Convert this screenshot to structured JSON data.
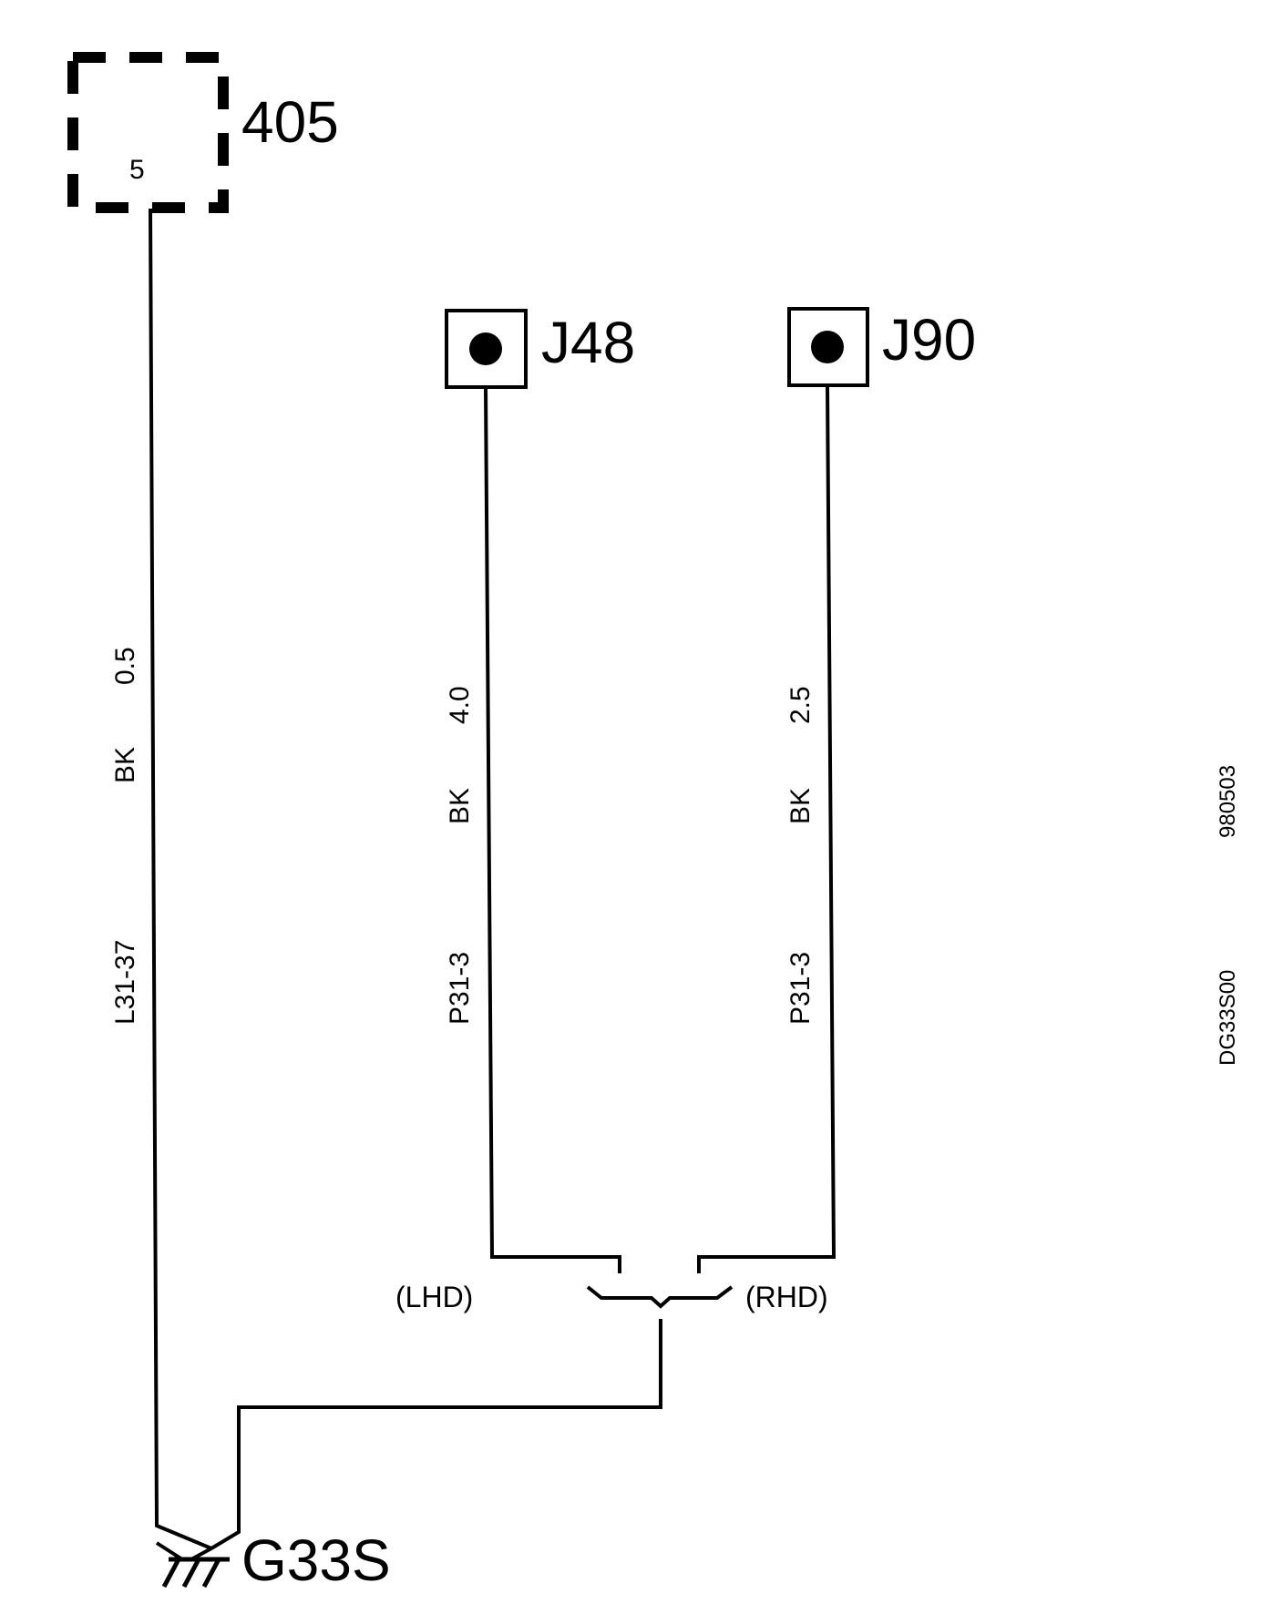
{
  "components": {
    "module": {
      "ref": "405",
      "pin": "5"
    },
    "j48": {
      "ref": "J48"
    },
    "j90": {
      "ref": "J90"
    },
    "ground": {
      "ref": "G33S"
    }
  },
  "wires": {
    "left": {
      "circuit": "L31-37",
      "color": "BK",
      "size": "0.5"
    },
    "middle": {
      "circuit": "P31-3",
      "color": "BK",
      "size": "4.0"
    },
    "right": {
      "circuit": "P31-3",
      "color": "BK",
      "size": "2.5"
    }
  },
  "options": {
    "lhd": "(LHD)",
    "rhd": "(RHD)"
  },
  "margin": {
    "date_code": "980503",
    "drawing_code": "DG33S00"
  }
}
